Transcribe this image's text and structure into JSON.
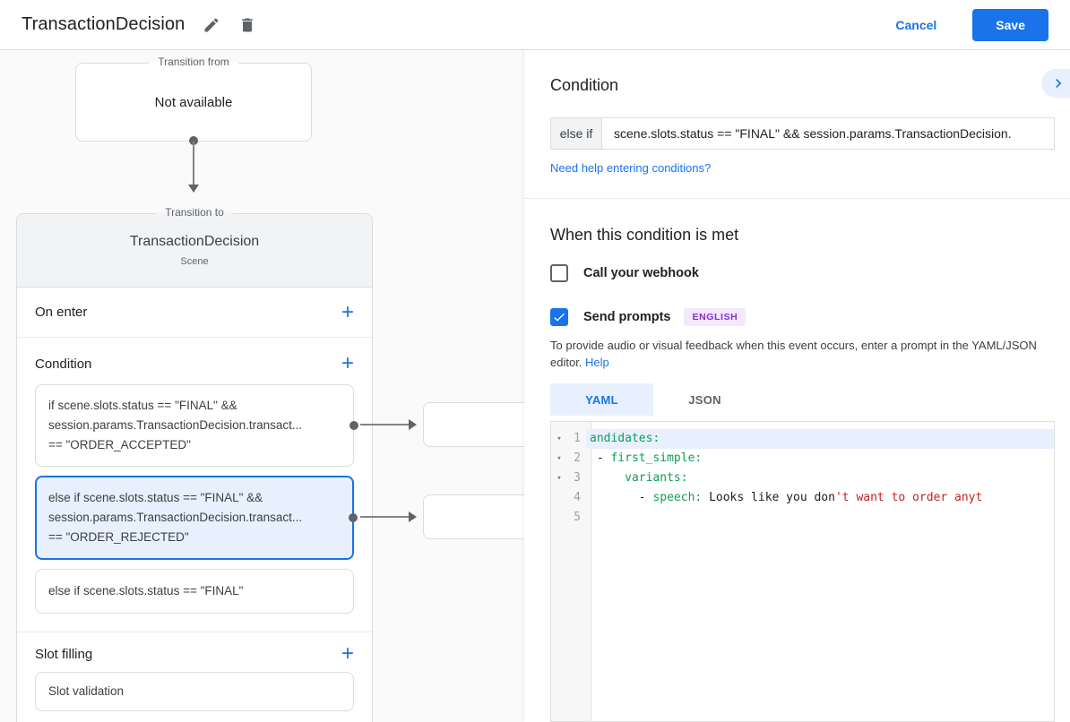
{
  "header": {
    "title": "TransactionDecision",
    "cancel_label": "Cancel",
    "save_label": "Save"
  },
  "canvas": {
    "transition_from": {
      "label": "Transition from",
      "content": "Not available"
    },
    "transition_to": {
      "label": "Transition to",
      "scene_name": "TransactionDecision",
      "scene_type": "Scene",
      "on_enter_title": "On enter",
      "condition_title": "Condition",
      "condition_cards": [
        {
          "selected": false,
          "connector": true,
          "lines": [
            "if scene.slots.status == \"FINAL\" &&",
            "session.params.TransactionDecision.transact...",
            "== \"ORDER_ACCEPTED\""
          ]
        },
        {
          "selected": true,
          "connector": true,
          "lines": [
            "else if scene.slots.status == \"FINAL\" &&",
            "session.params.TransactionDecision.transact...",
            "== \"ORDER_REJECTED\""
          ]
        },
        {
          "selected": false,
          "connector": false,
          "lines": [
            "else if scene.slots.status == \"FINAL\""
          ]
        }
      ],
      "slot_filling_title": "Slot filling",
      "slot_cards": [
        {
          "label": "Slot validation"
        }
      ]
    }
  },
  "panel": {
    "condition_title": "Condition",
    "condition_prefix": "else if",
    "condition_value": "scene.slots.status == \"FINAL\" && session.params.TransactionDecision.",
    "help_link": "Need help entering conditions?",
    "met_title": "When this condition is met",
    "webhook": {
      "label": "Call your webhook",
      "checked": false
    },
    "prompts": {
      "label": "Send prompts",
      "checked": true,
      "badge": "ENGLISH"
    },
    "editor_hint": "To provide audio or visual feedback when this event occurs, enter a prompt in the YAML/JSON editor.",
    "editor_hint_link": "Help",
    "tabs": [
      {
        "label": "YAML",
        "active": true
      },
      {
        "label": "JSON",
        "active": false
      }
    ],
    "editor": {
      "lines": [
        {
          "num": "1",
          "fold": true,
          "selected": true,
          "segments": [
            {
              "text": "andidates:",
              "type": "key"
            }
          ]
        },
        {
          "num": "2",
          "fold": true,
          "selected": false,
          "segments": [
            {
              "text": " - ",
              "type": "plain"
            },
            {
              "text": "first_simple:",
              "type": "key"
            }
          ]
        },
        {
          "num": "3",
          "fold": true,
          "selected": false,
          "segments": [
            {
              "text": "     ",
              "type": "plain"
            },
            {
              "text": "variants:",
              "type": "key"
            }
          ]
        },
        {
          "num": "4",
          "fold": false,
          "selected": false,
          "segments": [
            {
              "text": "       - ",
              "type": "plain"
            },
            {
              "text": "speech:",
              "type": "key"
            },
            {
              "text": " Looks like you don",
              "type": "plain"
            },
            {
              "text": "'t want to order anyt",
              "type": "string"
            }
          ]
        },
        {
          "num": "5",
          "fold": false,
          "selected": false,
          "segments": []
        }
      ]
    }
  },
  "colors": {
    "accent": "#1a73e8",
    "selected_card_bg": "#e8f0fe",
    "selected_card_border": "#1a73e8",
    "badge_bg": "#f3e8fd",
    "badge_text": "#8430ce",
    "code_key": "#0f9d58",
    "code_string": "#c5221f"
  }
}
